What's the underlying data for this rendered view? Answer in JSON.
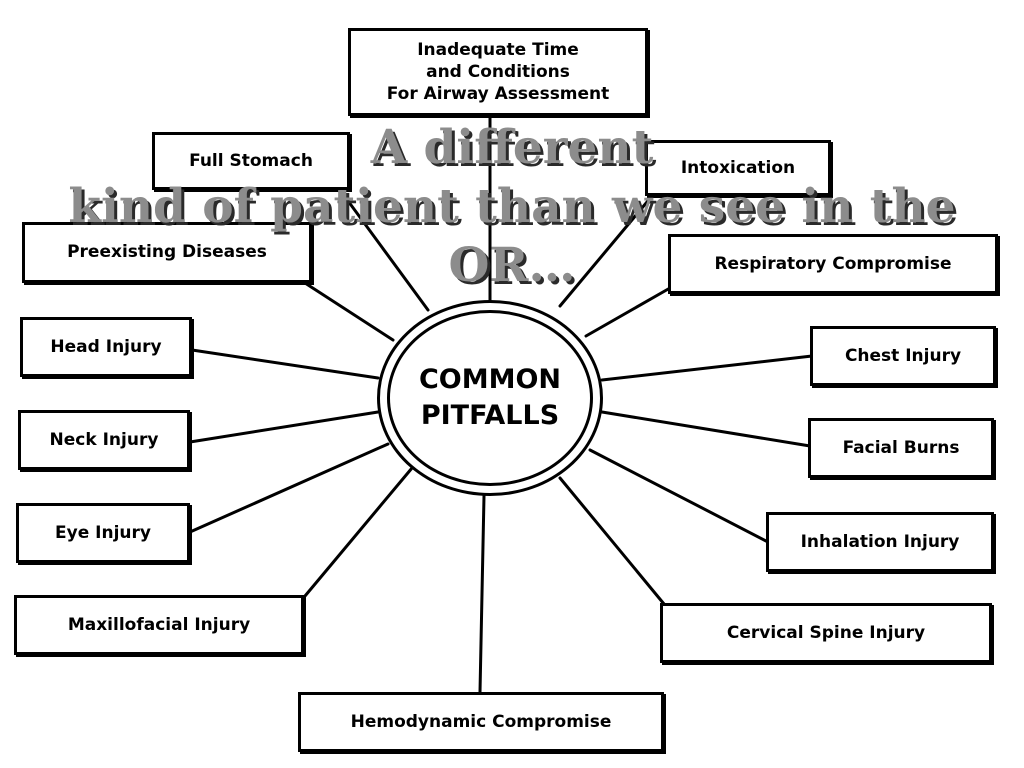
{
  "diagram": {
    "hub": {
      "line1": "COMMON",
      "line2": "PITFALLS"
    },
    "boxes": {
      "airway_assessment": {
        "line1": "Inadequate Time",
        "line2": "and Conditions",
        "line3": "For Airway Assessment"
      },
      "full_stomach": "Full Stomach",
      "intoxication": "Intoxication",
      "preexisting_diseases": "Preexisting Diseases",
      "respiratory_compromise": "Respiratory Compromise",
      "head_injury": "Head Injury",
      "chest_injury": "Chest Injury",
      "neck_injury": "Neck Injury",
      "facial_burns": "Facial Burns",
      "eye_injury": "Eye Injury",
      "inhalation_injury": "Inhalation Injury",
      "maxillofacial_injury": "Maxillofacial Injury",
      "cervical_spine_injury": "Cervical Spine Injury",
      "hemodynamic_compromise": "Hemodynamic Compromise"
    }
  },
  "overlay": {
    "line1": "A different",
    "line2": "kind of patient than we see in the",
    "line3": "OR…"
  }
}
